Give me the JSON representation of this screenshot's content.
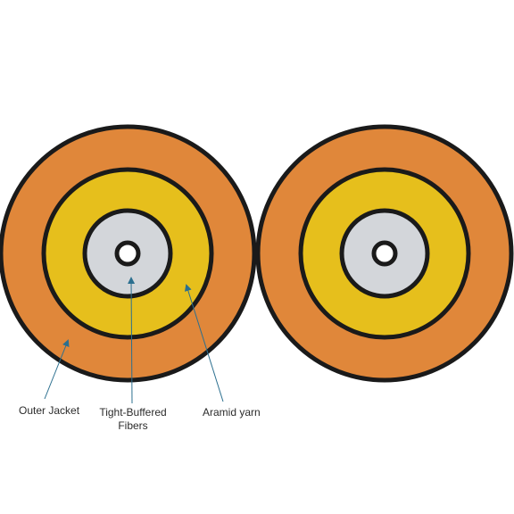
{
  "colors": {
    "outer_jacket": "#E0873A",
    "aramid_yarn": "#E6BF1C",
    "buffer": "#D3D6DA",
    "center": "#FFFFFF",
    "outline": "#1A1A1A",
    "leader_line": "#2B6F8F",
    "text": "#2B2B2B"
  },
  "labels": {
    "outer_jacket": "Outer Jacket",
    "tight_buffered_line1": "Tight-Buffered",
    "tight_buffered_line2": "Fibers",
    "aramid_yarn": "Aramid yarn"
  }
}
